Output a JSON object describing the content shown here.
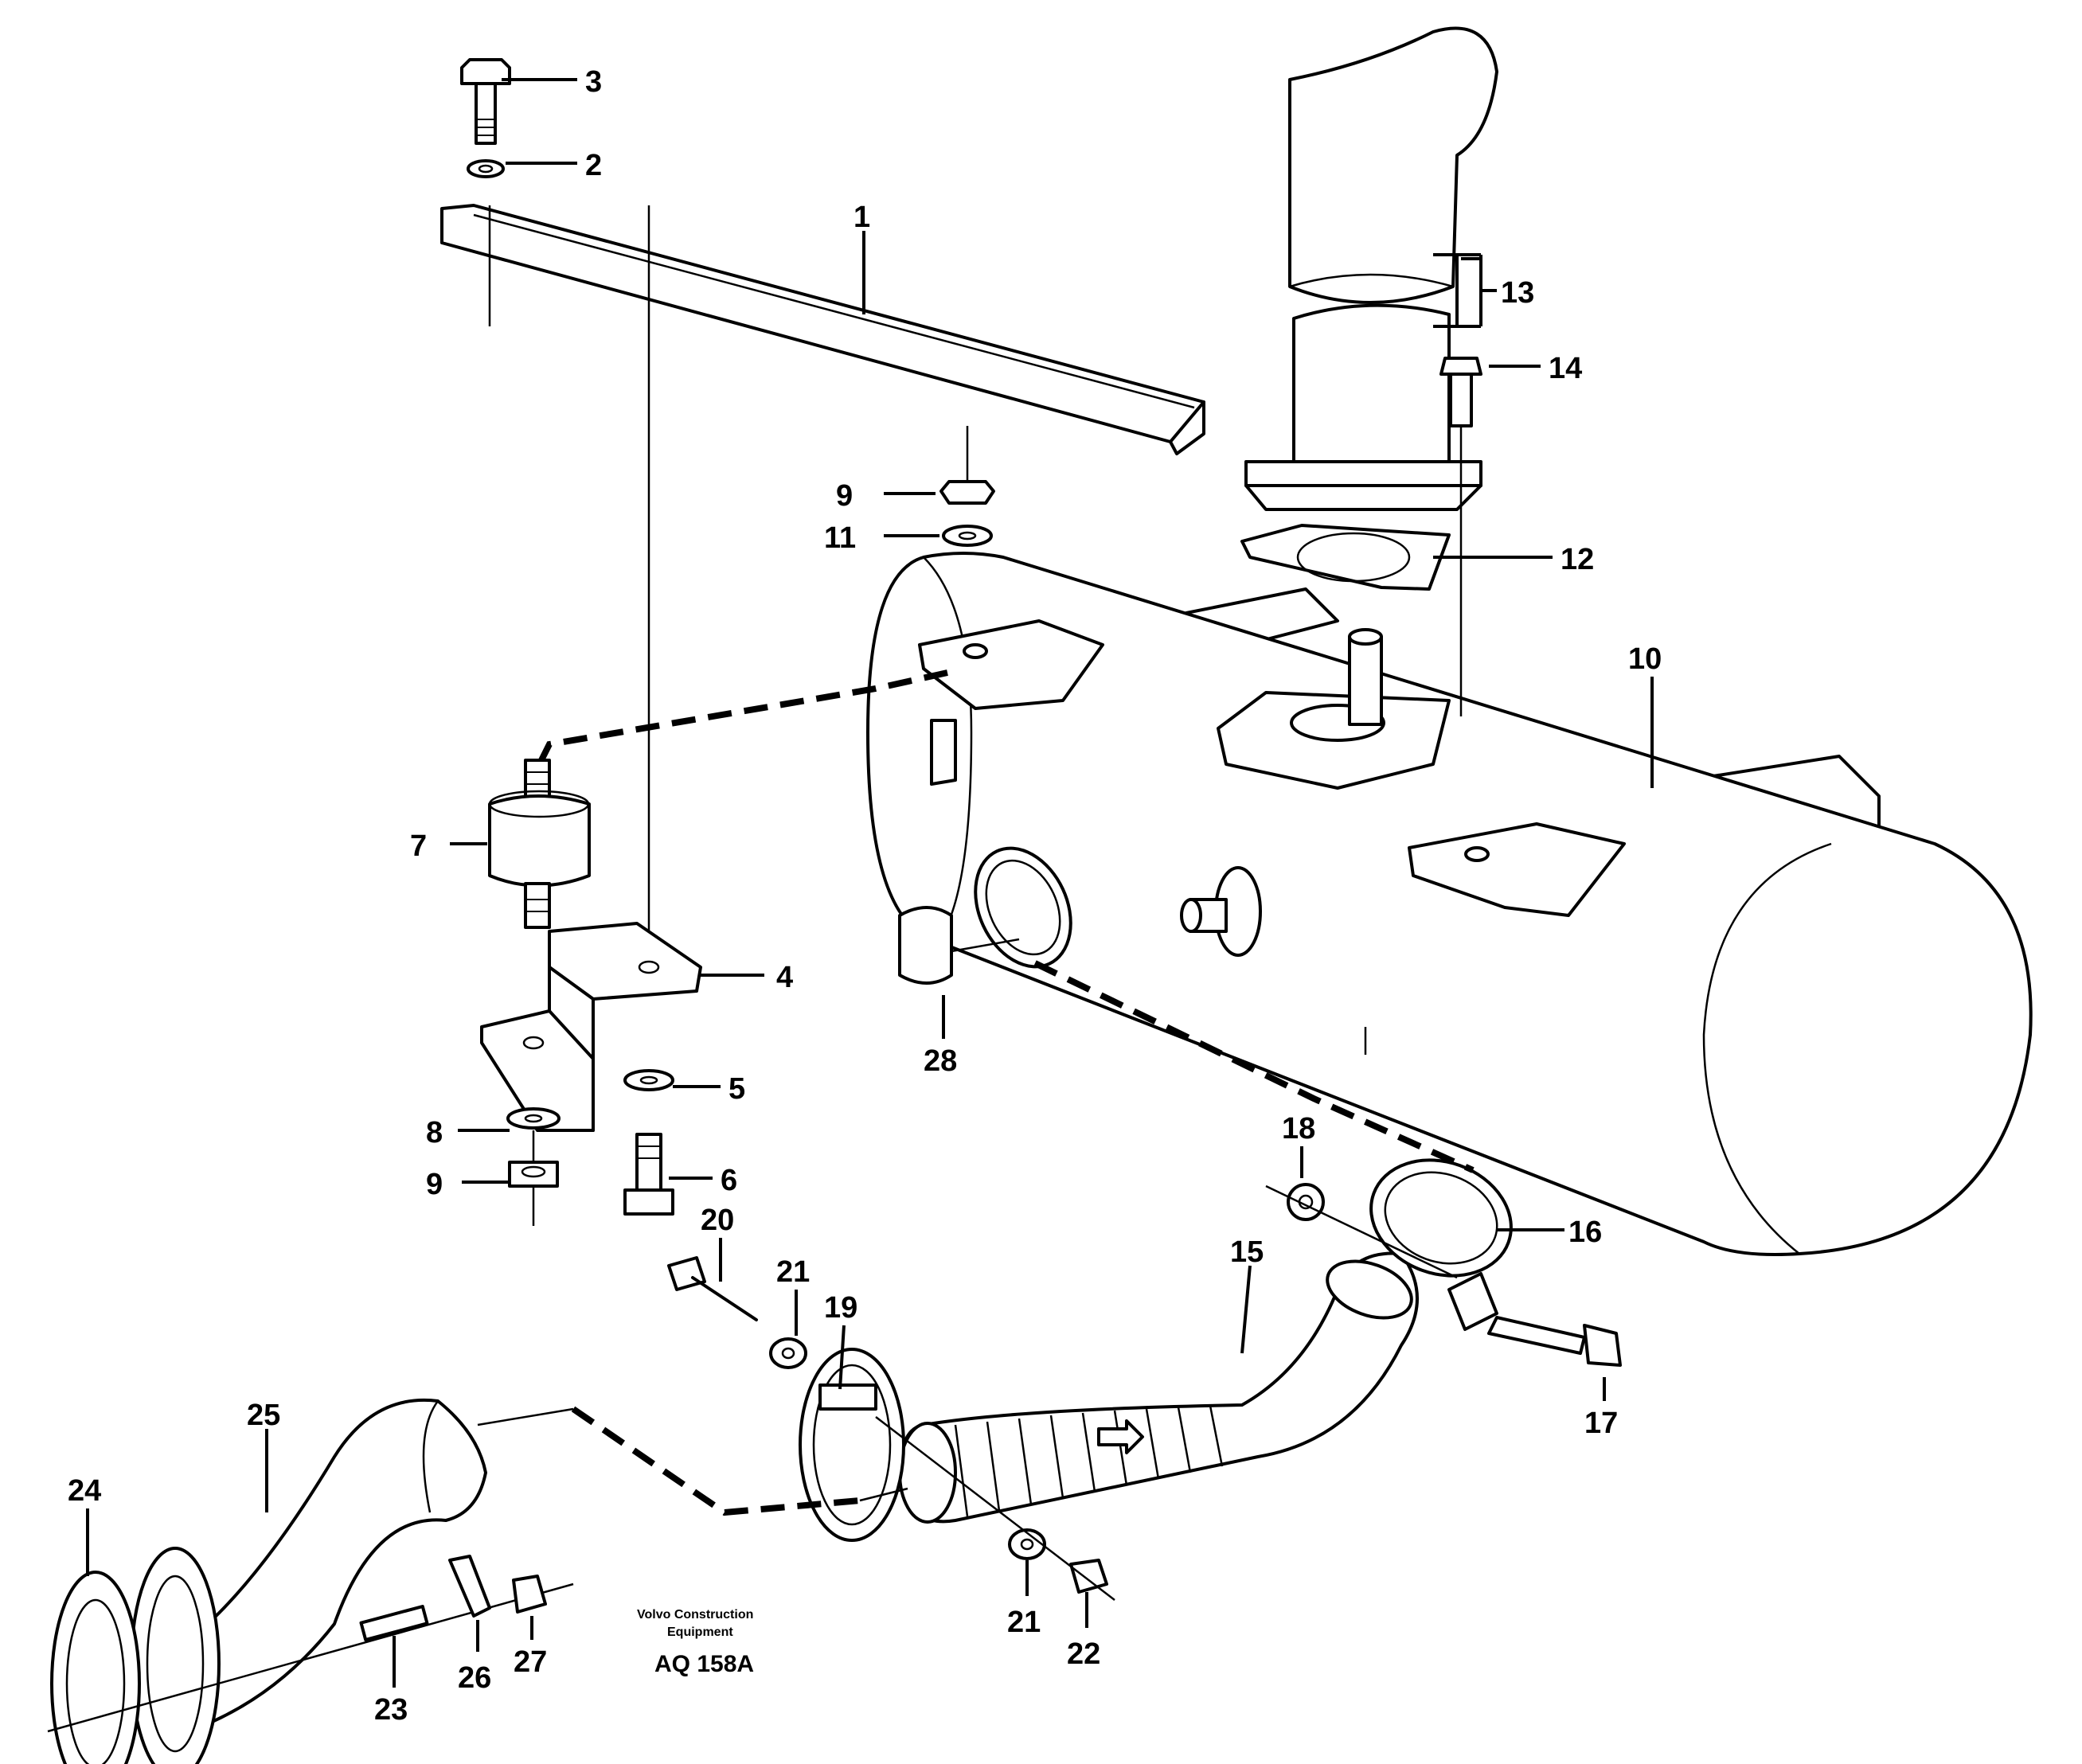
{
  "callouts": {
    "c1": "1",
    "c2": "2",
    "c3": "3",
    "c4": "4",
    "c5": "5",
    "c6": "6",
    "c7": "7",
    "c8": "8",
    "c9a": "9",
    "c9b": "9",
    "c10": "10",
    "c11": "11",
    "c12": "12",
    "c13": "13",
    "c14": "14",
    "c15": "15",
    "c16": "16",
    "c17": "17",
    "c18": "18",
    "c19": "19",
    "c20": "20",
    "c21a": "21",
    "c21b": "21",
    "c22": "22",
    "c23": "23",
    "c24": "24",
    "c25": "25",
    "c26": "26",
    "c27": "27",
    "c28": "28"
  },
  "credit": {
    "line1": "Volvo Construction",
    "line2": "Equipment",
    "code": "AQ 158A"
  }
}
